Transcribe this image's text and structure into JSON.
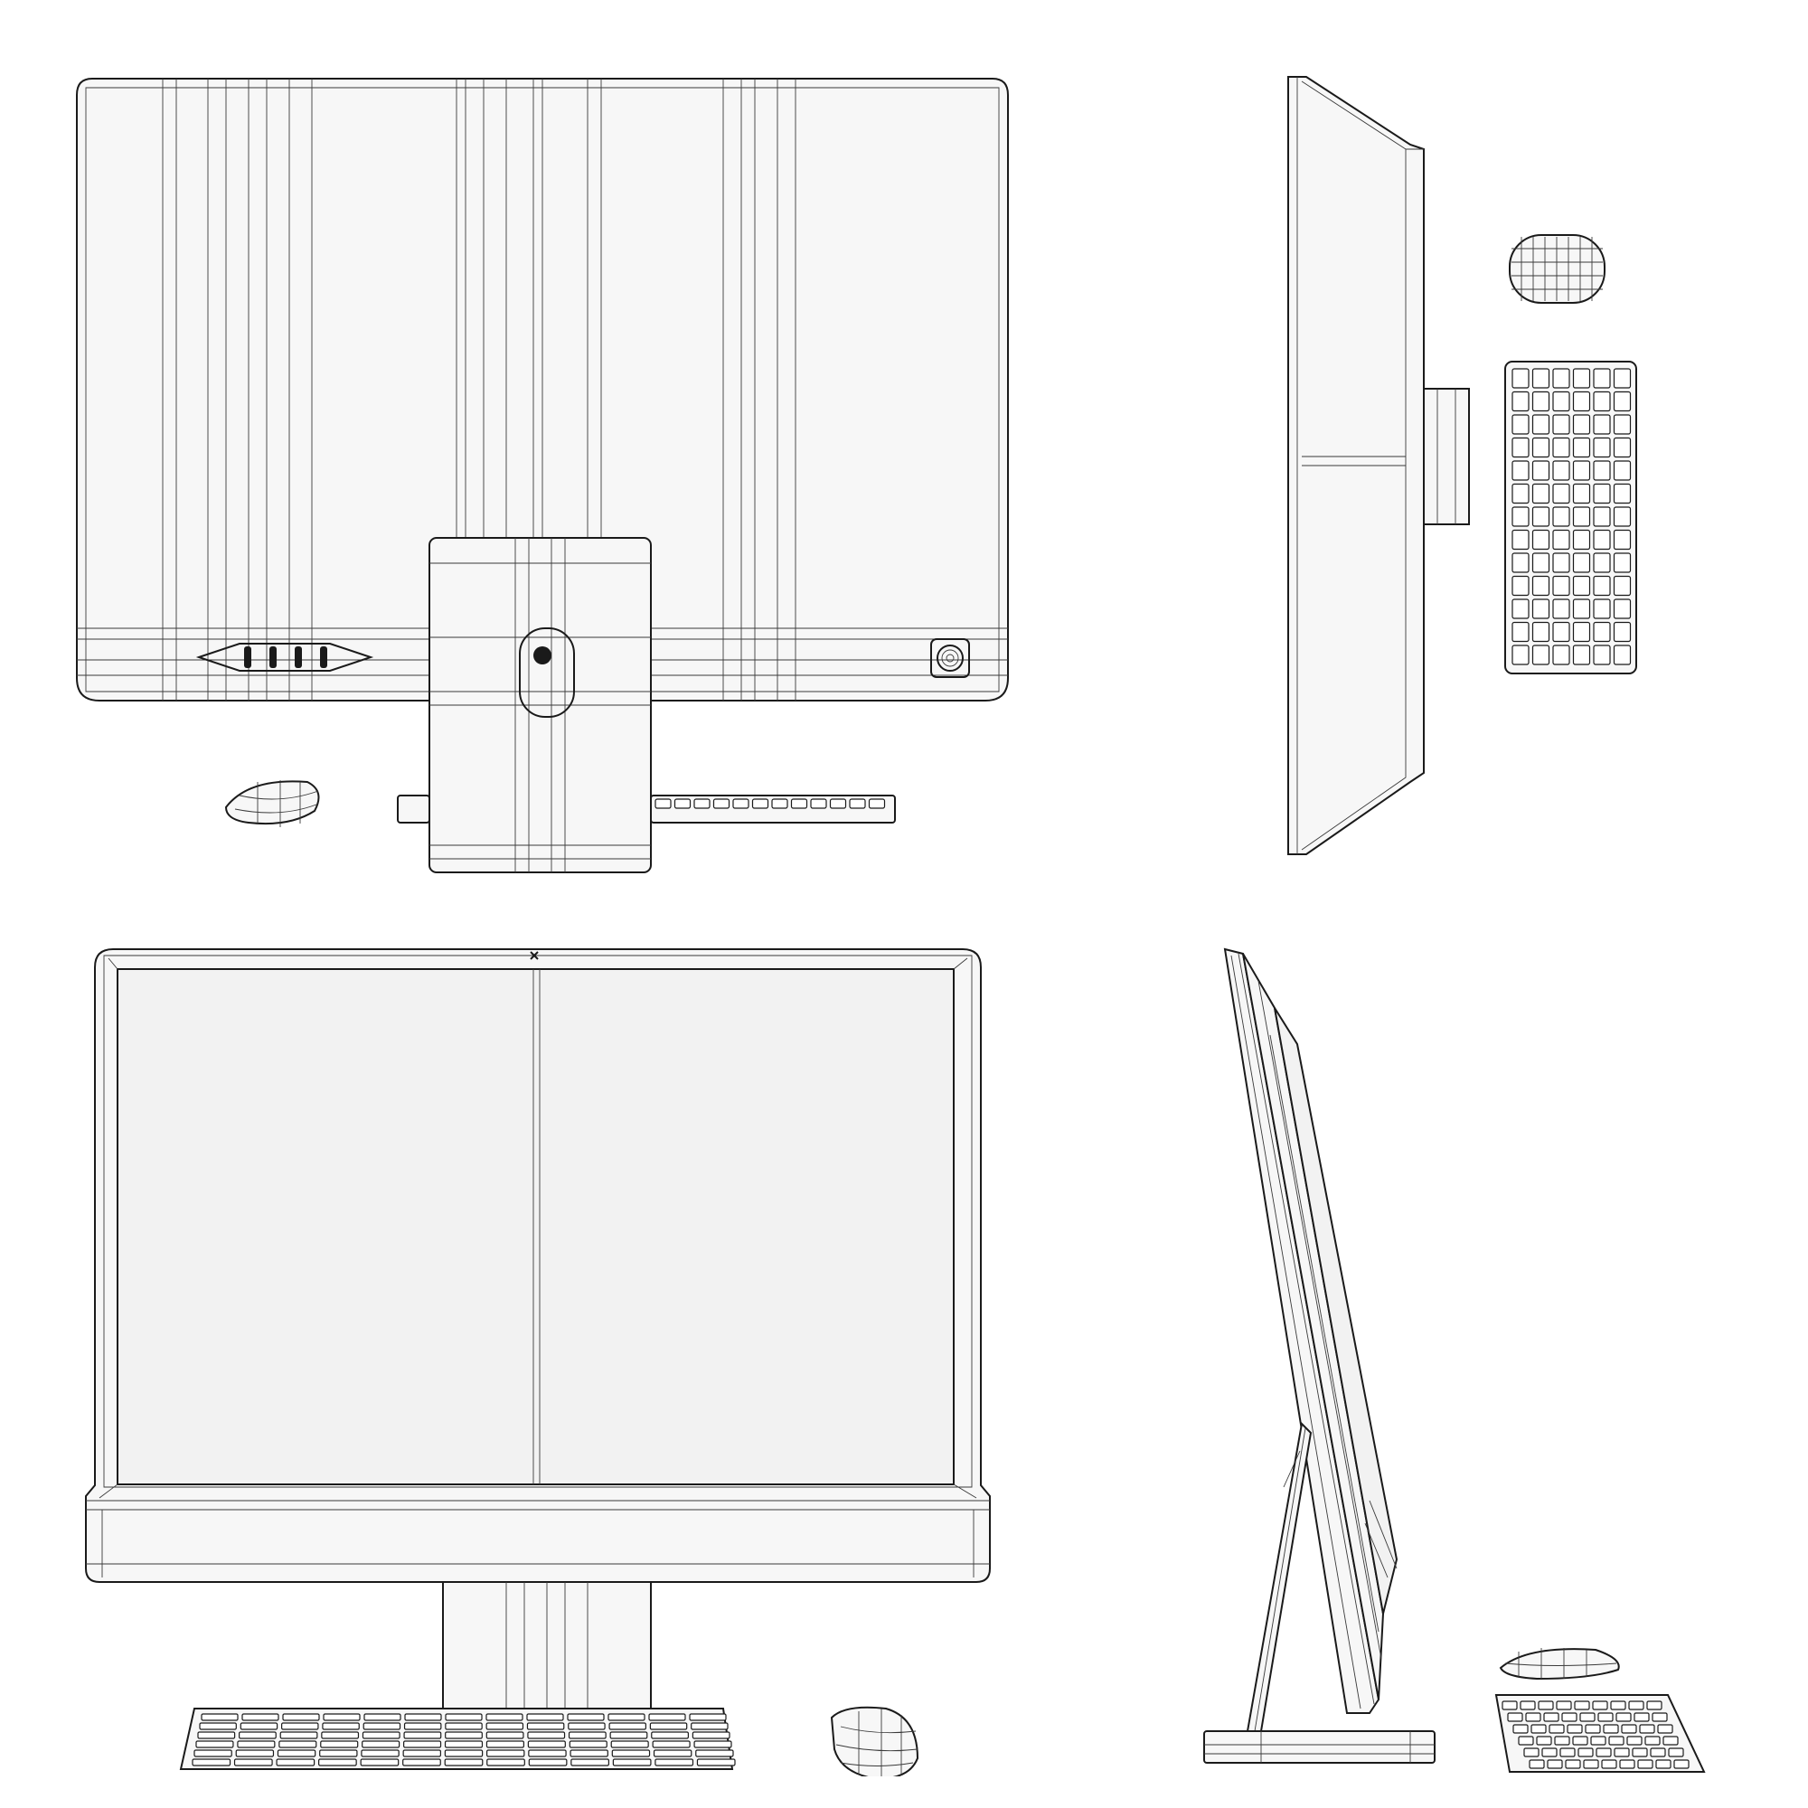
{
  "sheet": {
    "views": [
      {
        "id": "rear-view",
        "subject": "monitor-rear"
      },
      {
        "id": "top-view",
        "subject": "monitor-top"
      },
      {
        "id": "front-view",
        "subject": "monitor-front"
      },
      {
        "id": "side-view",
        "subject": "monitor-side"
      }
    ],
    "colors": {
      "background": "#ffffff",
      "wire": "#1a1a1a",
      "surface": "#f4f4f4"
    }
  },
  "keyboard": {
    "rows": 6,
    "keys_per_row": 13
  }
}
